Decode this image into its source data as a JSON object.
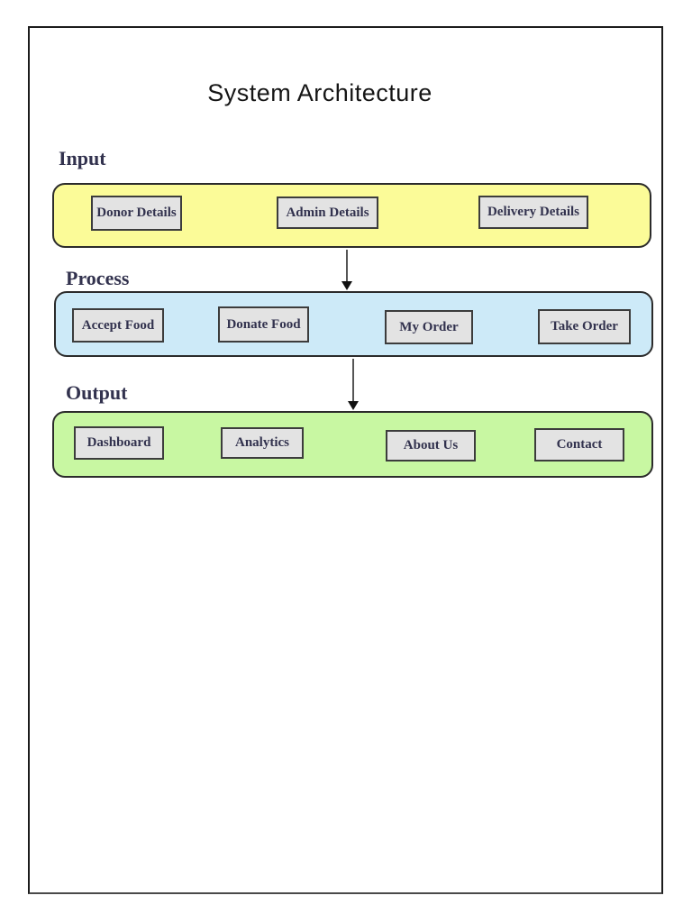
{
  "title": "System Architecture",
  "sections": [
    {
      "label": "Input",
      "band_color": "#fbfb98",
      "boxes": [
        "Donor Details",
        "Admin Details",
        "Delivery Details"
      ]
    },
    {
      "label": "Process",
      "band_color": "#cdeaf8",
      "boxes": [
        "Accept Food",
        "Donate Food",
        "My Order",
        "Take Order"
      ]
    },
    {
      "label": "Output",
      "band_color": "#c8f7a2",
      "boxes": [
        "Dashboard",
        "Analytics",
        "About Us",
        "Contact"
      ]
    }
  ],
  "connectors": [
    {
      "from": "Input",
      "to": "Process",
      "direction": "down"
    },
    {
      "from": "Process",
      "to": "Output",
      "direction": "down"
    }
  ],
  "colors": {
    "node_fill": "#e3e3e3",
    "node_border": "#3c3c3c",
    "label_text": "#32324e",
    "frame_border": "#1c1c1c",
    "connector_line": "#555555"
  }
}
